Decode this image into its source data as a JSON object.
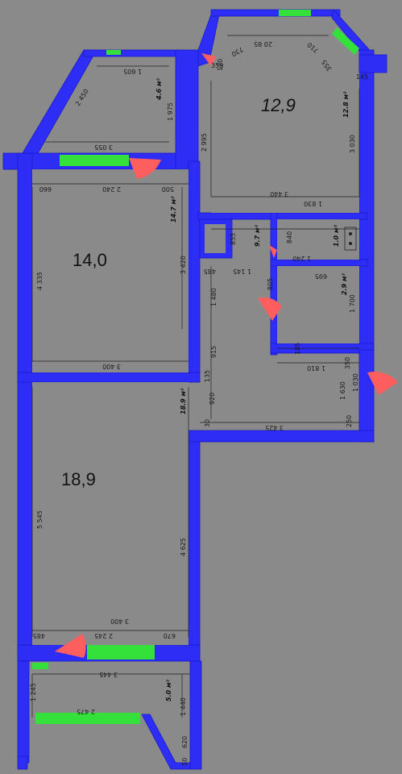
{
  "colors": {
    "background": "#8a8a8a",
    "wall": "#2d2df5",
    "window": "#34e03a",
    "door": "#ff5e5e",
    "interior": "#8a8a8a"
  },
  "rooms": {
    "room_top_right": {
      "label": "12,9",
      "area": "12.8 м²"
    },
    "room_left_top": {
      "label": "14,0",
      "area": "14.7 м²"
    },
    "room_left_bottom": {
      "label": "18,9",
      "area": "18.9 м²"
    },
    "loggia_top": {
      "area": "4.6 м²"
    },
    "loggia_bottom": {
      "area": "5.0 м²"
    },
    "corridor": {
      "area": "9.7 м²"
    },
    "wc": {
      "area": "1.0 м²"
    },
    "bath": {
      "area": "2.9 м²"
    }
  },
  "dimensions": {
    "d20_85": "20 85",
    "d730": "730",
    "d710": "710",
    "d120": "120",
    "d350": "350",
    "d355": "355",
    "d145": "145",
    "d2995": "2 995",
    "d3030": "3 030",
    "d3440": "3 440",
    "d1830": "1 830",
    "d1605": "1 605",
    "d2450": "2 450",
    "d1975": "1 975",
    "d3055": "3 055",
    "d660": "660",
    "d2240": "2 240",
    "d500": "500",
    "d4335": "4 335",
    "d3420": "3 420",
    "d485a": "485",
    "d1145": "1 145",
    "d855": "855",
    "d840": "840",
    "d1240": "1 240",
    "d695": "695",
    "d805": "805",
    "d1700": "1 700",
    "d1480": "1 480",
    "d915": "915",
    "d3400a": "3 400",
    "d185": "185",
    "d1810": "1 810",
    "d350b": "350",
    "d135": "135",
    "d1630": "1 630",
    "d1030": "1 030",
    "d920": "920",
    "d3425": "3 425",
    "d30": "30",
    "d250": "250",
    "d5545": "5 545",
    "d4625": "4 625",
    "d485b": "485",
    "d2245": "2 245",
    "d3400b": "3 400",
    "d670": "670",
    "d3445": "3 445",
    "d1245": "1 245",
    "d1440": "1 440",
    "d2475": "2 475",
    "d620": "620",
    "d10": "10"
  }
}
